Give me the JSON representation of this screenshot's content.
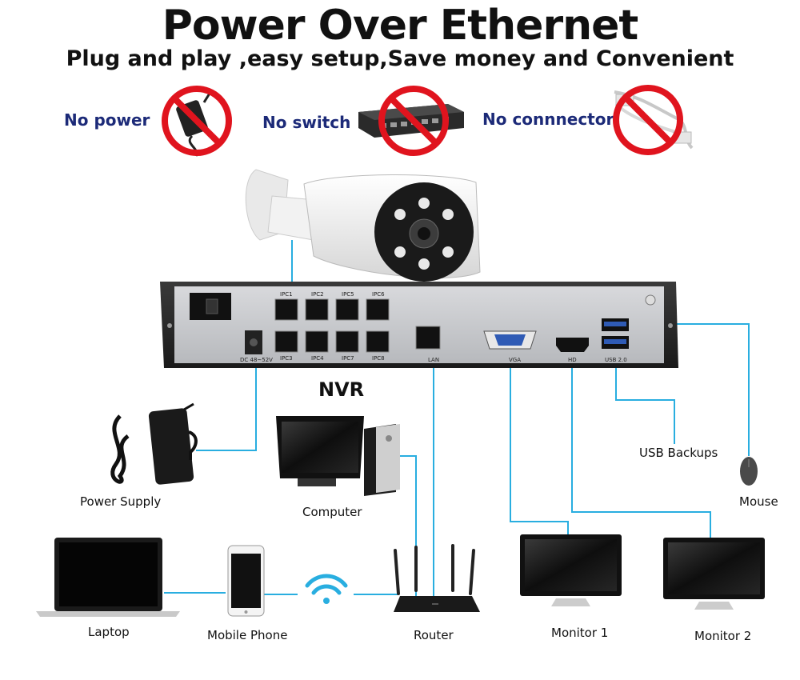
{
  "header": {
    "title": "Power Over Ethernet",
    "subtitle": "Plug and play ,easy setup,Save money and Convenient"
  },
  "no_items": [
    {
      "label": "No power",
      "icon": "power-adapter-icon"
    },
    {
      "label": "No switch",
      "icon": "network-switch-icon"
    },
    {
      "label": "No connnector",
      "icon": "cable-connector-icon"
    }
  ],
  "nvr": {
    "label": "NVR",
    "ports_top": [
      "IPC1",
      "IPC2",
      "IPC5",
      "IPC6"
    ],
    "ports_bottom": [
      "IPC3",
      "IPC4",
      "IPC7",
      "IPC8"
    ],
    "dc_label": "DC 48~52V",
    "lan_label": "LAN",
    "vga_label": "VGA",
    "hd_label": "HD",
    "usb_label": "USB 2.0"
  },
  "devices": {
    "power_supply": "Power Supply",
    "computer": "Computer",
    "usb_backups": "USB Backups",
    "mouse": "Mouse",
    "laptop": "Laptop",
    "mobile_phone": "Mobile Phone",
    "router": "Router",
    "monitor1": "Monitor 1",
    "monitor2": "Monitor 2"
  },
  "colors": {
    "connection_line": "#29aee0",
    "prohibit_red": "#e0141e",
    "label_blue": "#1c2a78"
  }
}
